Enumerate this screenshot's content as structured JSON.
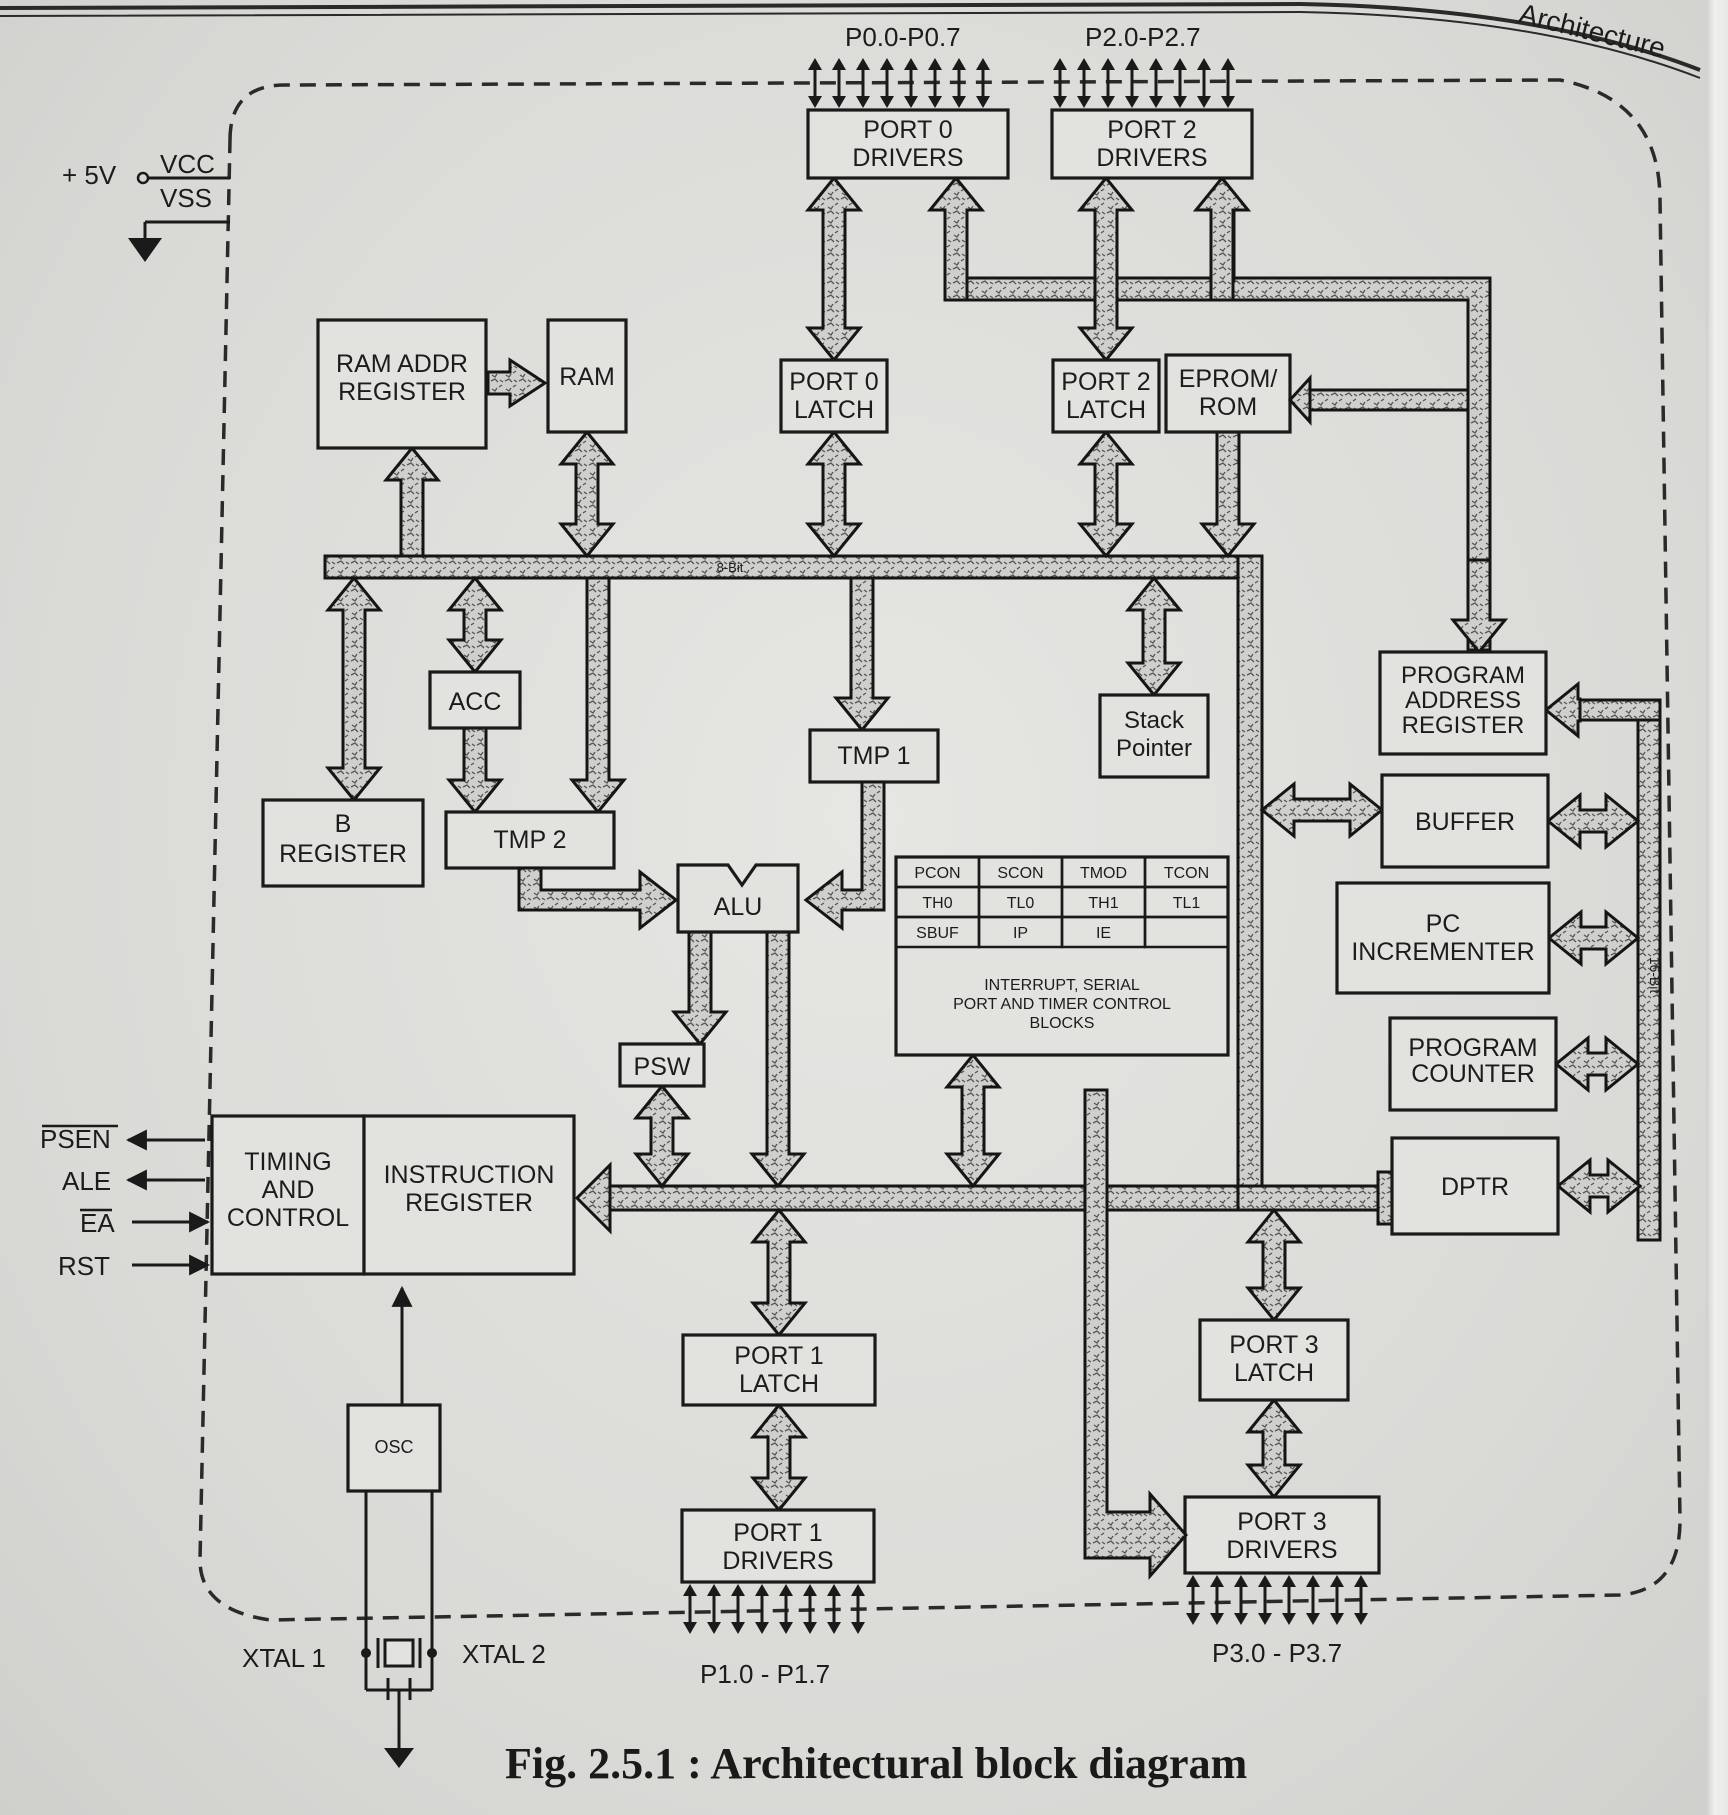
{
  "header": {
    "running_head": "Architecture"
  },
  "power": {
    "vcc": "VCC",
    "vss": "VSS",
    "supply": "+ 5V"
  },
  "ports": {
    "p0_pins": "P0.0-P0.7",
    "p2_pins": "P2.0-P2.7",
    "p1_pins": "P1.0 - P1.7",
    "p3_pins": "P3.0 - P3.7"
  },
  "blocks": {
    "port0_drivers": [
      "PORT 0",
      "DRIVERS"
    ],
    "port2_drivers": [
      "PORT 2",
      "DRIVERS"
    ],
    "ram_addr_register": [
      "RAM ADDR",
      "REGISTER"
    ],
    "ram": [
      "RAM"
    ],
    "port0_latch": [
      "PORT 0",
      "LATCH"
    ],
    "port2_latch": [
      "PORT 2",
      "LATCH"
    ],
    "eprom_rom": [
      "EPROM/",
      "ROM"
    ],
    "acc": [
      "ACC"
    ],
    "b_register": [
      "B",
      "REGISTER"
    ],
    "tmp2": [
      "TMP 2"
    ],
    "tmp1": [
      "TMP 1"
    ],
    "alu": [
      "ALU"
    ],
    "psw": [
      "PSW"
    ],
    "stack_pointer": [
      "Stack",
      "Pointer"
    ],
    "program_address_register": [
      "PROGRAM",
      "ADDRESS",
      "REGISTER"
    ],
    "buffer": [
      "BUFFER"
    ],
    "pc_incrementer": [
      "PC",
      "INCREMENTER"
    ],
    "program_counter": [
      "PROGRAM",
      "COUNTER"
    ],
    "dptr": [
      "DPTR"
    ],
    "timing_and_control": [
      "TIMING",
      "AND",
      "CONTROL"
    ],
    "instruction_register": [
      "INSTRUCTION",
      "REGISTER"
    ],
    "osc": [
      "OSC"
    ],
    "port1_latch": [
      "PORT 1",
      "LATCH"
    ],
    "port1_drivers": [
      "PORT 1",
      "DRIVERS"
    ],
    "port3_latch": [
      "PORT 3",
      "LATCH"
    ],
    "port3_drivers": [
      "PORT 3",
      "DRIVERS"
    ]
  },
  "sfr_table": {
    "rows": [
      [
        "PCON",
        "SCON",
        "TMOD",
        "TCON"
      ],
      [
        "TH0",
        "TL0",
        "TH1",
        "TL1"
      ],
      [
        "SBUF",
        "IP",
        "IE",
        ""
      ]
    ],
    "caption": [
      "INTERRUPT, SERIAL",
      "PORT AND TIMER CONTROL",
      "BLOCKS"
    ]
  },
  "buses": {
    "internal_bus": "8-Bit",
    "address_bus": "16-Bit"
  },
  "control_pins": {
    "psen": "PSEN",
    "ale": "ALE",
    "ea": "EA",
    "rst": "RST",
    "xtal1": "XTAL 1",
    "xtal2": "XTAL 2"
  },
  "figure": {
    "caption": "Fig. 2.5.1 : Architectural block diagram"
  }
}
